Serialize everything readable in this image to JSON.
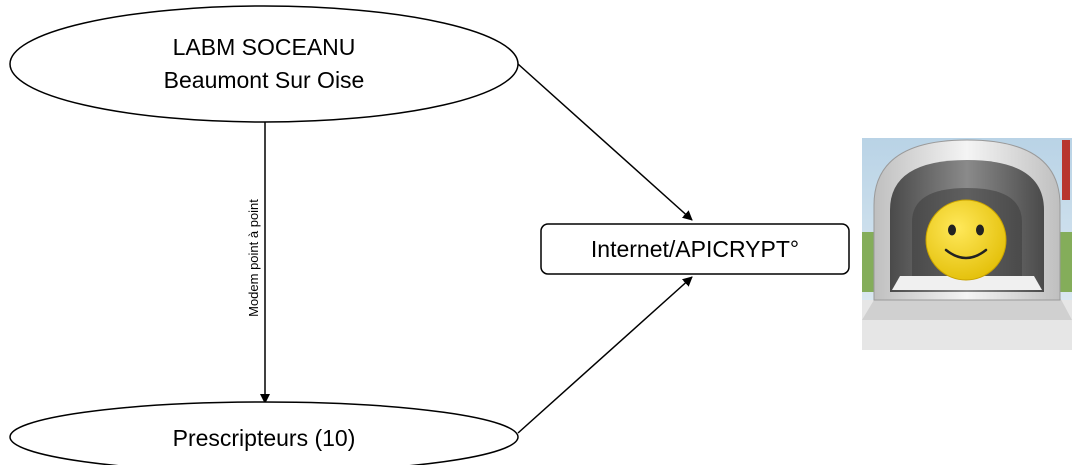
{
  "nodes": {
    "lab": {
      "line1": "LABM SOCEANU",
      "line2": "Beaumont Sur Oise"
    },
    "prescribers": {
      "label": "Prescripteurs (10)"
    },
    "internet": {
      "label": "Internet/APICRYPT°"
    }
  },
  "edges": {
    "lab_to_prescribers": {
      "label": "Modem point à point"
    }
  },
  "illustration": {
    "icon": "smiley-mailbox-icon",
    "colors": {
      "smiley": "#f2d41c",
      "mailbox_tunnel": "#6e6e6e",
      "sky": "#c4dbea",
      "grass": "#84ad5a"
    }
  },
  "colors": {
    "stroke": "#000000",
    "background": "#ffffff"
  }
}
